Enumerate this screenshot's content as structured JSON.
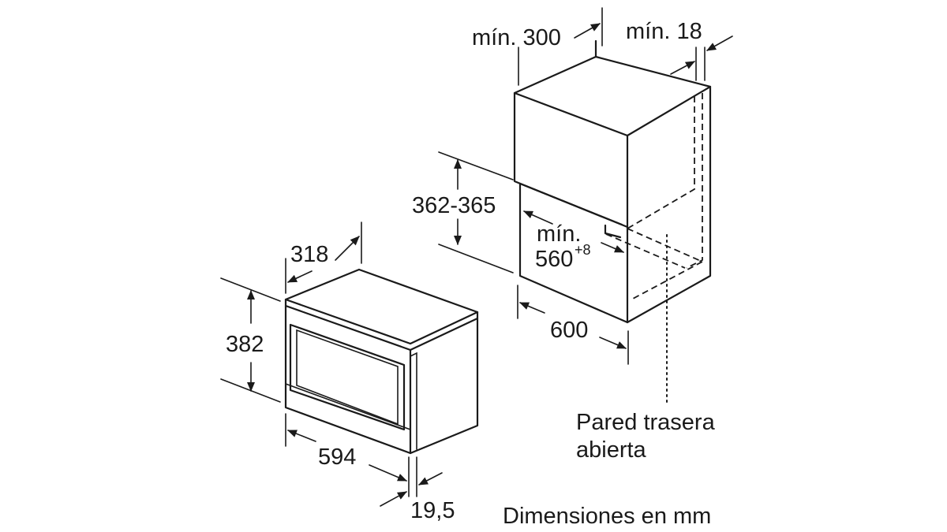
{
  "labels": {
    "min_300": "mín. 300",
    "min_18": "mín. 18",
    "dim_362_365": "362-365",
    "min_560_prefix": "mín.",
    "min_560_value": "560",
    "min_560_sup": "+8",
    "dim_600": "600",
    "dim_318": "318",
    "dim_382": "382",
    "dim_594": "594",
    "dim_19_5": "19,5",
    "open_back_line1": "Pared trasera",
    "open_back_line2": "abierta",
    "units_note": "Dimensiones en mm"
  }
}
